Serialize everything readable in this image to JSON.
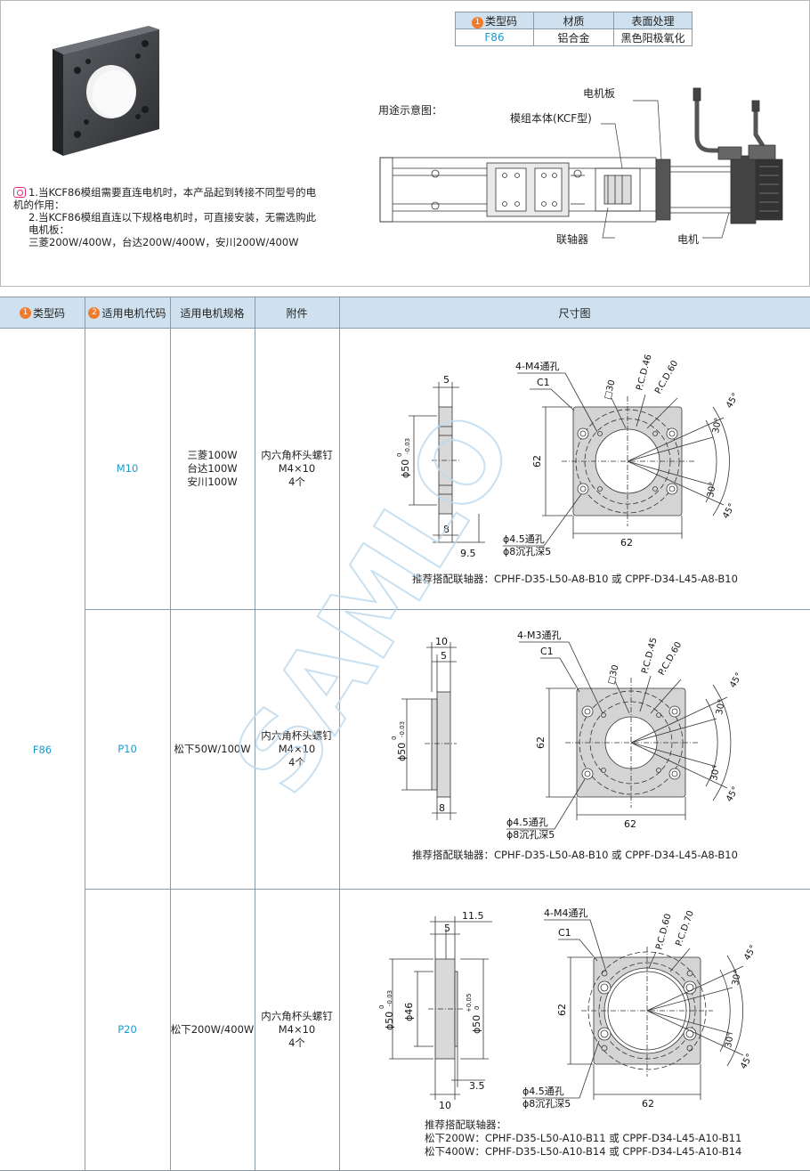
{
  "spec_table": {
    "headers": [
      "类型码",
      "材质",
      "表面处理"
    ],
    "header_num": "1",
    "row": [
      "F86",
      "铝合金",
      "黑色阳极氧化"
    ]
  },
  "notes": {
    "line1": "1.当KCF86模组需要直连电机时，本产品起到转接不同型号的电机的作用：",
    "line2": "2.当KCF86模组直连以下规格电机时，可直接安装，无需选购此电机板：",
    "line3": "三菱200W/400W，台达200W/400W，安川200W/400W"
  },
  "usage": {
    "label": "用途示意图：",
    "motor_plate": "电机板",
    "module_body": "模组本体(KCF型)",
    "coupling": "联轴器",
    "motor": "电机"
  },
  "main_headers": {
    "type_code": "类型码",
    "motor_code": "适用电机代码",
    "motor_spec": "适用电机规格",
    "accessory": "附件",
    "dimension": "尺寸图",
    "num1": "1",
    "num2": "2"
  },
  "type_value": "F86",
  "rows": [
    {
      "code": "M10",
      "spec": [
        "三菱100W",
        "台达100W",
        "安川100W"
      ],
      "accessory": [
        "内六角杯头螺钉",
        "M4×10",
        "4个"
      ],
      "drawing": {
        "thread": "4-M4通孔",
        "chamfer": "C1",
        "small_dia": "□30",
        "pcd1": "P.C.D.46",
        "pcd2": "P.C.D.60",
        "side_top": "5",
        "side_b1": "8",
        "side_b2": "9.5",
        "bore": "ϕ50",
        "bore_tol_up": "0",
        "bore_tol_low": "-0.03",
        "width": "62",
        "height": "62",
        "ang_45a": "45°",
        "ang_30a": "30°",
        "ang_30b": "30°",
        "ang_45b": "45°",
        "hole1": "ϕ4.5通孔",
        "hole2": "ϕ8沉孔深5"
      },
      "recommend": [
        "推荐搭配联轴器：CPHF-D35-L50-A8-B10 或 CPPF-D34-L45-A8-B10"
      ]
    },
    {
      "code": "P10",
      "spec": [
        "松下50W/100W"
      ],
      "accessory": [
        "内六角杯头螺钉",
        "M4×10",
        "4个"
      ],
      "drawing": {
        "thread": "4-M3通孔",
        "chamfer": "C1",
        "small_dia": "□30",
        "pcd1": "P.C.D.45",
        "pcd2": "P.C.D.60",
        "side_top": "10",
        "side_top2": "5",
        "side_b1": "8",
        "bore": "ϕ50",
        "bore_tol_up": "0",
        "bore_tol_low": "-0.03",
        "width": "62",
        "height": "62",
        "ang_45a": "45°",
        "ang_30a": "30°",
        "ang_30b": "30°",
        "ang_45b": "45°",
        "hole1": "ϕ4.5通孔",
        "hole2": "ϕ8沉孔深5"
      },
      "recommend": [
        "推荐搭配联轴器：CPHF-D35-L50-A8-B10 或 CPPF-D34-L45-A8-B10"
      ]
    },
    {
      "code": "P20",
      "spec": [
        "松下200W/400W"
      ],
      "accessory": [
        "内六角杯头螺钉",
        "M4×10",
        "4个"
      ],
      "drawing": {
        "thread": "4-M4通孔",
        "chamfer": "C1",
        "pcd1": "P.C.D.60",
        "pcd2": "P.C.D.70",
        "side_top": "11.5",
        "side_top2": "5",
        "side_b1": "10",
        "side_b2": "3.5",
        "bore": "ϕ50",
        "bore_tol_up": "0",
        "bore_tol_low": "-0.03",
        "inner": "ϕ46",
        "bore2": "ϕ50",
        "bore2_tol_up": "+0.05",
        "bore2_tol_low": "0",
        "width": "62",
        "height": "62",
        "ang_45a": "45°",
        "ang_30a": "30°",
        "ang_30b": "30°",
        "ang_45b": "45°",
        "hole1": "ϕ4.5通孔",
        "hole2": "ϕ8沉孔深5"
      },
      "recommend": [
        "推荐搭配联轴器：",
        "松下200W：CPHF-D35-L50-A10-B11 或 CPPF-D34-L45-A10-B11",
        "松下400W：CPHF-D35-L50-A10-B14 或 CPPF-D34-L45-A10-B14"
      ]
    }
  ],
  "watermark": "SAMLO"
}
